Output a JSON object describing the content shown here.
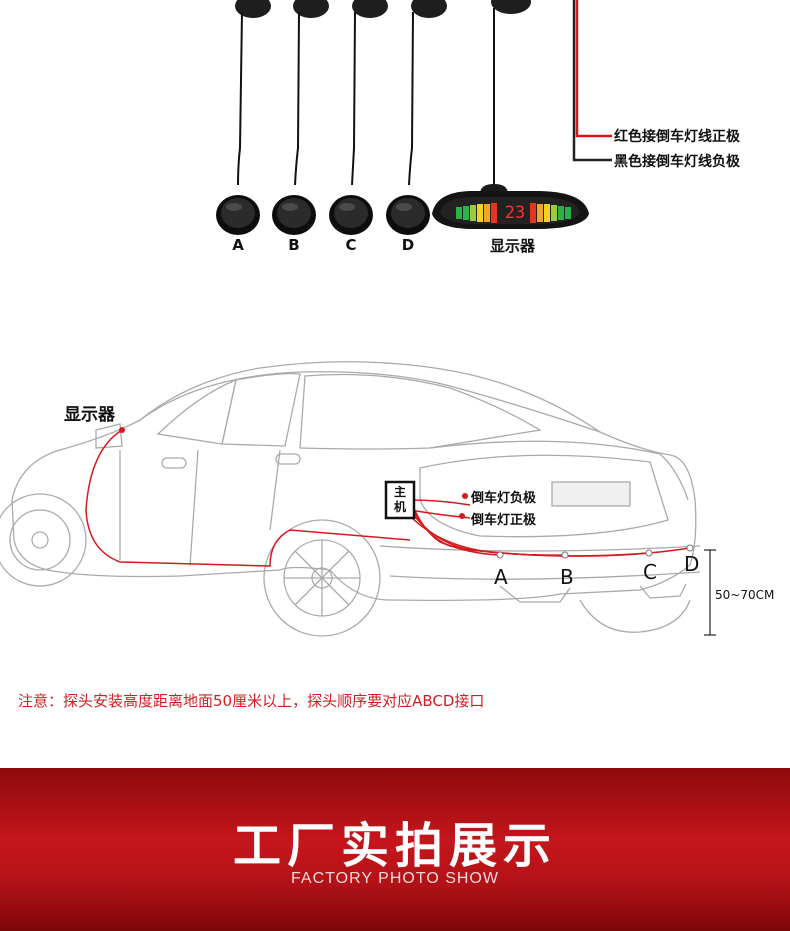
{
  "kit": {
    "sensors": [
      "A",
      "B",
      "C",
      "D"
    ],
    "display_label": "显示器",
    "display_reading": "23",
    "wire_red_note": "红色接倒车灯线正极",
    "wire_black_note": "黑色接倒车灯线负极"
  },
  "car": {
    "display_label": "显示器",
    "host_label": "主\n机",
    "reverse_negative": "倒车灯负极",
    "reverse_positive": "倒车灯正极",
    "sensor_letters": [
      "A",
      "B",
      "C",
      "D"
    ],
    "height_range": "50~70CM"
  },
  "note": "注意：探头安装高度距离地面50厘米以上，探头顺序要对应ABCD接口",
  "banner": {
    "title": "工厂实拍展示",
    "subtitle": "FACTORY PHOTO SHOW"
  },
  "colors": {
    "accent_red": "#d41c22",
    "wire_red": "#d6181e",
    "banner_red": "#c5161c"
  }
}
